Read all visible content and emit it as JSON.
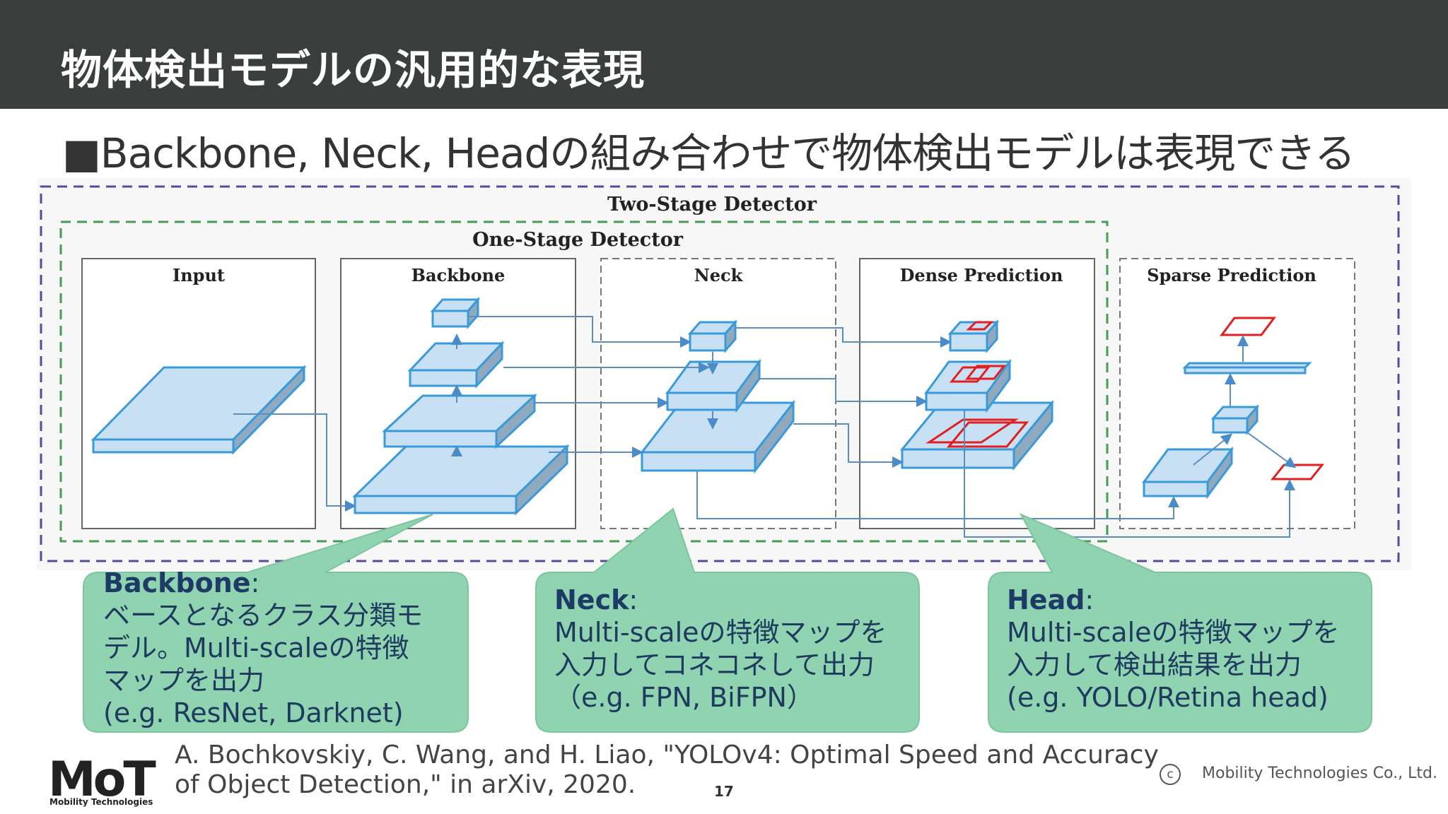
{
  "header": {
    "title": "物体検出モデルの汎用的な表現"
  },
  "subtitle": "■Backbone, Neck, Headの組み合わせで物体検出モデルは表現できる",
  "diagram": {
    "two_stage_label": "Two-Stage Detector",
    "one_stage_label": "One-Stage Detector",
    "panels": {
      "input": "Input",
      "backbone": "Backbone",
      "neck": "Neck",
      "dense": "Dense Prediction",
      "sparse": "Sparse Prediction"
    },
    "colors": {
      "block_fill": "#c8e0f4",
      "block_edge": "#3a9ad9",
      "prediction": "#e02020",
      "two_stage_border": "#5a4a9a",
      "one_stage_border": "#4a9a5a",
      "callout": "#8fd3b0"
    }
  },
  "callouts": {
    "backbone": {
      "title": "Backbone",
      "lines": [
        "ベースとなるクラス分類モ",
        "デル。Multi-scaleの特徴",
        "マップを出力",
        "(e.g. ResNet, Darknet)"
      ]
    },
    "neck": {
      "title": "Neck",
      "lines": [
        "Multi-scaleの特徴マップを",
        "入力してコネコネして出力",
        "（e.g. FPN, BiFPN）"
      ]
    },
    "head": {
      "title": "Head",
      "lines": [
        "Multi-scaleの特徴マップを",
        "入力して検出結果を出力",
        "(e.g. YOLO/Retina head)"
      ]
    }
  },
  "citation": {
    "line1": "A. Bochkovskiy, C. Wang, and H. Liao, \"YOLOv4: Optimal Speed and Accuracy",
    "line2": "of Object Detection,\" in arXiv, 2020."
  },
  "page_number": "17",
  "logo": {
    "mark": "MoT",
    "name": "Mobility Technologies"
  },
  "copyright": "Mobility Technologies Co., Ltd."
}
